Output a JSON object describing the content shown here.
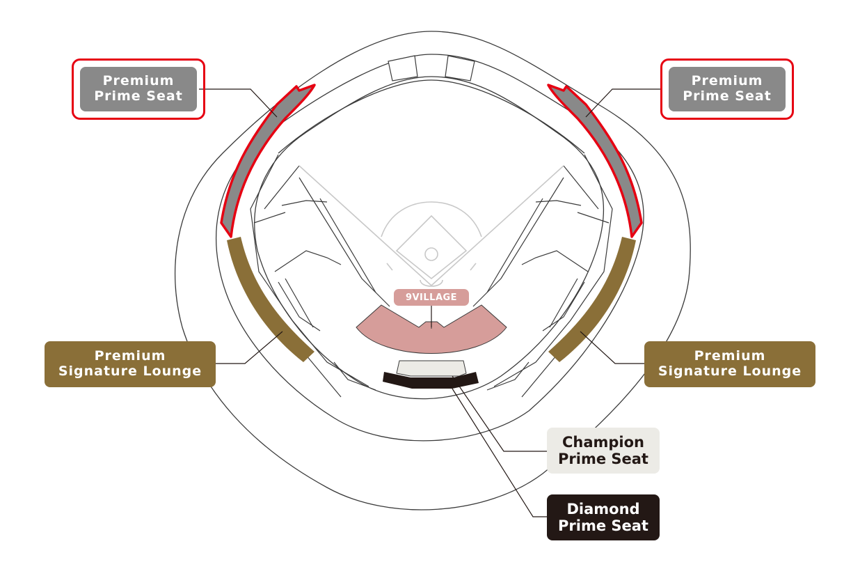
{
  "labels": {
    "premium_prime_left": {
      "line1": "Premium",
      "line2": "Prime Seat"
    },
    "premium_prime_right": {
      "line1": "Premium",
      "line2": "Prime Seat"
    },
    "signature_left": {
      "line1": "Premium",
      "line2": "Signature Lounge"
    },
    "signature_right": {
      "line1": "Premium",
      "line2": "Signature Lounge"
    },
    "champion": {
      "line1": "Champion",
      "line2": "Prime Seat"
    },
    "diamond": {
      "line1": "Diamond",
      "line2": "Prime Seat"
    },
    "village": "9VILLAGE"
  },
  "colors": {
    "highlight": "#e60012",
    "premium_prime": "#898989",
    "signature": "#8a6f38",
    "champion": "#ecebe6",
    "diamond": "#231815",
    "village": "#d69d9a",
    "outline": "#3a3a3a",
    "field_lines": "#c8c8c8"
  },
  "icons": [
    "stadium-outline-icon",
    "baseball-diamond-icon"
  ]
}
